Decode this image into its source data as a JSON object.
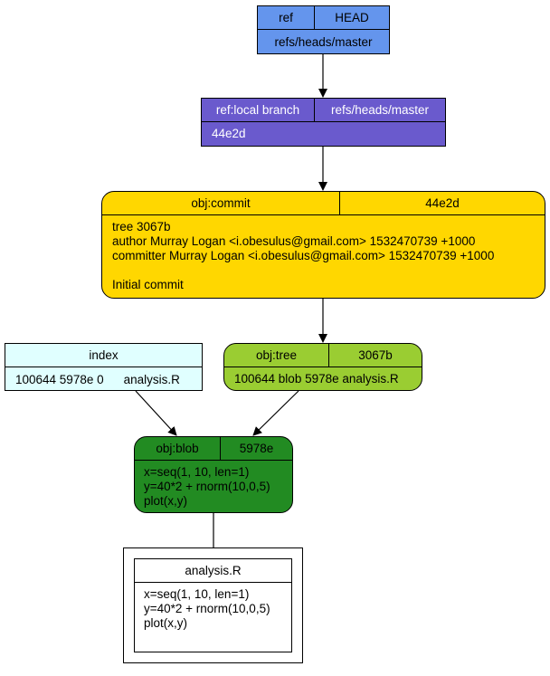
{
  "colors": {
    "head_ref": "#6495ed",
    "local_branch": "#6a5acd",
    "commit": "#ffd700",
    "tree": "#9acd32",
    "index": "#e0ffff",
    "blob": "#228b22",
    "file": "#ffffff"
  },
  "head": {
    "type": "ref",
    "name": "HEAD",
    "value": "refs/heads/master"
  },
  "branch": {
    "type": "ref:local branch",
    "name": "refs/heads/master",
    "value": "44e2d"
  },
  "commit": {
    "type": "obj:commit",
    "hash": "44e2d",
    "lines": [
      "tree 3067b",
      "author Murray Logan <i.obesulus@gmail.com> 1532470739 +1000",
      "committer Murray Logan <i.obesulus@gmail.com> 1532470739 +1000",
      "",
      "Initial commit"
    ]
  },
  "index": {
    "title": "index",
    "entry": "100644 5978e 0",
    "file": "analysis.R"
  },
  "tree": {
    "type": "obj:tree",
    "hash": "3067b",
    "entry": "100644 blob 5978e analysis.R"
  },
  "blob": {
    "type": "obj:blob",
    "hash": "5978e",
    "lines": [
      "x=seq(1, 10, len=1)",
      "y=40*2 + rnorm(10,0,5)",
      "plot(x,y)"
    ]
  },
  "file": {
    "name": "analysis.R",
    "lines": [
      "x=seq(1, 10, len=1)",
      "y=40*2 + rnorm(10,0,5)",
      "plot(x,y)"
    ]
  }
}
